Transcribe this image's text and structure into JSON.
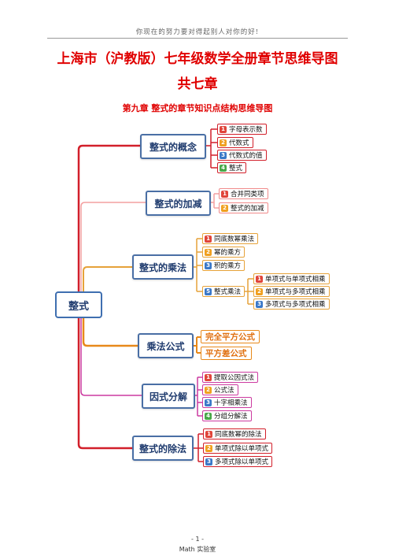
{
  "header_note": "你现在的努力要对得起别人对你的好!",
  "title": "上海市（沪教版）七年级数学全册章节思维导图",
  "subtitle": "共七章",
  "chapter_title": "第九章  整式的章节知识点结构思维导图",
  "mindmap": {
    "root": "整式",
    "branches": [
      {
        "label": "整式的概念",
        "color": "#d21f2a",
        "items": [
          {
            "num": "1",
            "text": "字母表示数"
          },
          {
            "num": "2",
            "text": "代数式"
          },
          {
            "num": "3",
            "text": "代数式的值"
          },
          {
            "num": "4",
            "text": "整式"
          }
        ]
      },
      {
        "label": "整式的加减",
        "color": "#f08a8a",
        "items": [
          {
            "num": "1",
            "text": "合并同类项"
          },
          {
            "num": "2",
            "text": "整式的加减"
          }
        ]
      },
      {
        "label": "整式的乘法",
        "color": "#e6a23a",
        "items": [
          {
            "num": "1",
            "text": "同底数幂乘法"
          },
          {
            "num": "2",
            "text": "幂的乘方"
          },
          {
            "num": "3",
            "text": "积的乘方"
          },
          {
            "num": "5",
            "text": "整式乘法"
          }
        ],
        "subitems": [
          {
            "num": "1",
            "text": "单项式与单项式相乘"
          },
          {
            "num": "2",
            "text": "单项式与多项式相乘"
          },
          {
            "num": "3",
            "text": "多项式与多项式相乘"
          }
        ]
      },
      {
        "label": "乘法公式",
        "color": "#e8891a",
        "items": [
          {
            "text": "完全平方公式"
          },
          {
            "text": "平方差公式"
          }
        ]
      },
      {
        "label": "因式分解",
        "color": "#cc3aa0",
        "items": [
          {
            "num": "1",
            "text": "提取公因式法"
          },
          {
            "num": "2",
            "text": "公式法"
          },
          {
            "num": "3",
            "text": "十字相乘法"
          },
          {
            "num": "4",
            "text": "分组分解法"
          }
        ]
      },
      {
        "label": "整式的除法",
        "color": "#d21f2a",
        "items": [
          {
            "num": "1",
            "text": "同底数幂的除法"
          },
          {
            "num": "2",
            "text": "单项式除以单项式"
          },
          {
            "num": "3",
            "text": "多项式除以单项式"
          }
        ]
      }
    ]
  },
  "footer_page": "- 1 -",
  "footer_text": "Math 实验室"
}
